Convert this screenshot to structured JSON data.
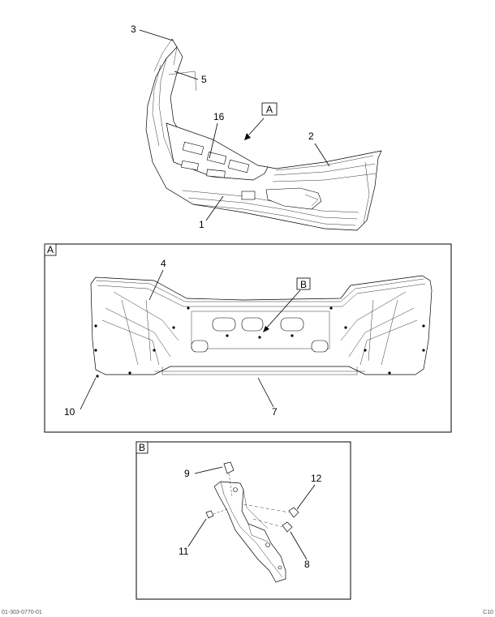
{
  "callouts": {
    "c1": "1",
    "c2": "2",
    "c3": "3",
    "c4": "4",
    "c5": "5",
    "c7": "7",
    "c8": "8",
    "c9": "9",
    "c10": "10",
    "c11": "11",
    "c12": "12",
    "c16": "16"
  },
  "view_refs": {
    "main_ref": "A",
    "detail_a_tag": "A",
    "detail_a_ref_b": "B",
    "detail_b_tag": "B"
  },
  "footer": {
    "left": "01-303-0770-01",
    "right": "C10"
  }
}
